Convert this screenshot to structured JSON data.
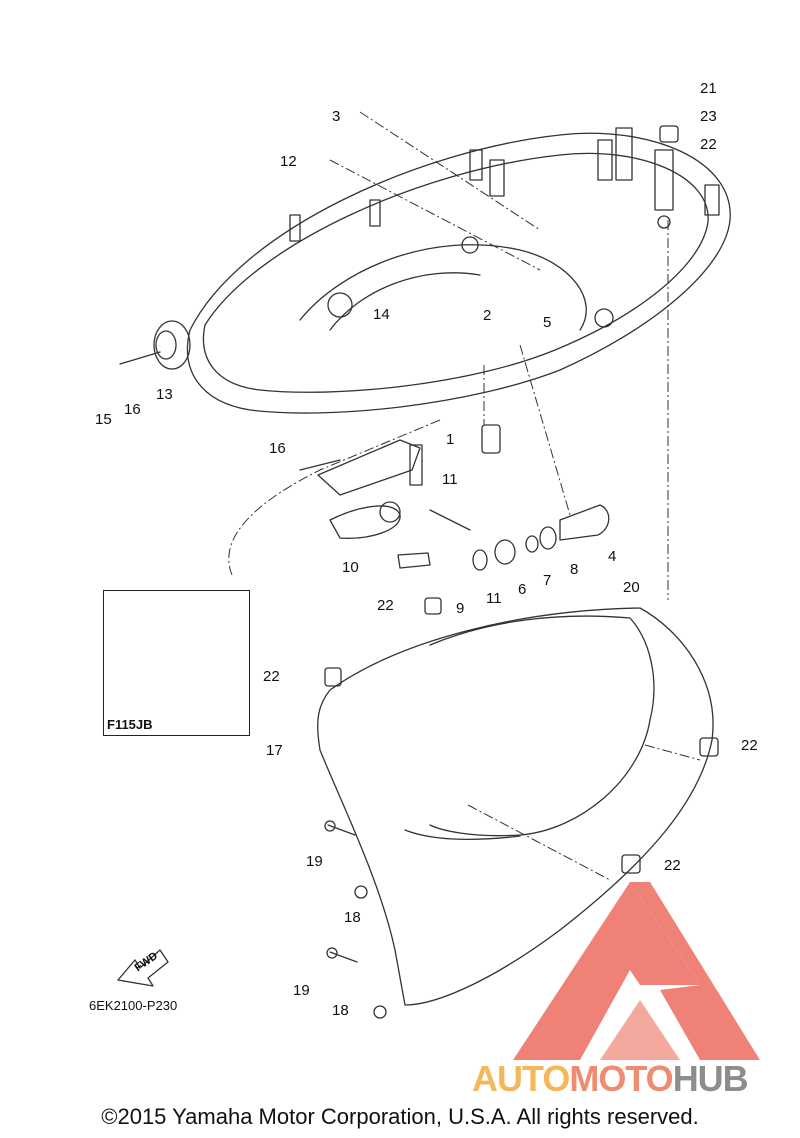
{
  "callouts": [
    {
      "id": "c21a",
      "text": "21"
    },
    {
      "id": "c23",
      "text": "23"
    },
    {
      "id": "c22a",
      "text": "22"
    },
    {
      "id": "c3",
      "text": "3"
    },
    {
      "id": "c12",
      "text": "12"
    },
    {
      "id": "c2",
      "text": "2"
    },
    {
      "id": "c5",
      "text": "5"
    },
    {
      "id": "c14",
      "text": "14"
    },
    {
      "id": "c13",
      "text": "13"
    },
    {
      "id": "c15",
      "text": "15"
    },
    {
      "id": "c16a",
      "text": "16"
    },
    {
      "id": "c1",
      "text": "1"
    },
    {
      "id": "c16b",
      "text": "16"
    },
    {
      "id": "c11a",
      "text": "11"
    },
    {
      "id": "c4",
      "text": "4"
    },
    {
      "id": "c10",
      "text": "10"
    },
    {
      "id": "c9",
      "text": "9"
    },
    {
      "id": "c11b",
      "text": "11"
    },
    {
      "id": "c6",
      "text": "6"
    },
    {
      "id": "c7",
      "text": "7"
    },
    {
      "id": "c8",
      "text": "8"
    },
    {
      "id": "c20",
      "text": "20"
    },
    {
      "id": "c22b",
      "text": "22"
    },
    {
      "id": "c22c",
      "text": "22"
    },
    {
      "id": "c22d",
      "text": "22"
    },
    {
      "id": "c17",
      "text": "17"
    },
    {
      "id": "c19a",
      "text": "19"
    },
    {
      "id": "c22e",
      "text": "22"
    },
    {
      "id": "c18a",
      "text": "18"
    },
    {
      "id": "c19b",
      "text": "19"
    },
    {
      "id": "c18b",
      "text": "18"
    }
  ],
  "inset_label": "F115JB",
  "arrow_label": "FWD",
  "diagram_code": "6EK2100-P230",
  "copyright": "©2015 Yamaha Motor Corporation, U.S.A. All rights reserved.",
  "watermark": {
    "part1": "AUTO",
    "part2": "MOTO",
    "part3": "HUB"
  },
  "colors": {
    "line": "#333333",
    "logo_red": "#ee6c5f",
    "logo_orange": "#f5b75c",
    "logo_grey": "#8d8d8d"
  }
}
